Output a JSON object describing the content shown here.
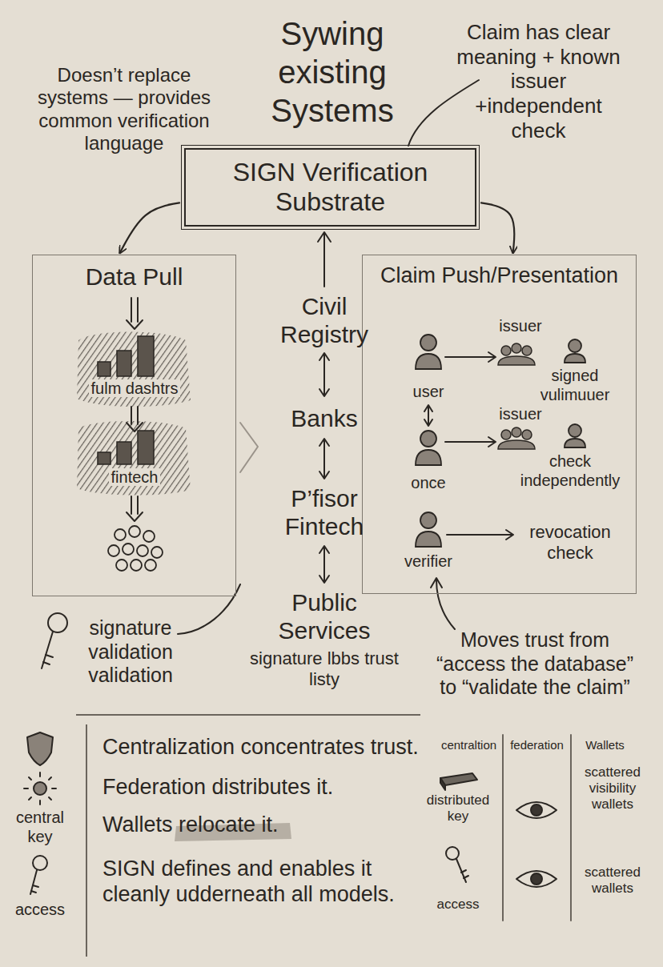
{
  "diagram": {
    "title": "Sywing existing Systems",
    "nodes": [
      {
        "text": [
          "SIGN Verification Substrate"
        ]
      },
      {
        "text": [
          "Data Pull"
        ]
      },
      {
        "text": [
          "Claim Push/Presentation"
        ]
      }
    ],
    "edges": [
      {
        "from": 0,
        "to": 1,
        "arrow": "to"
      },
      {
        "from": 0,
        "to": 2,
        "arrow": "to"
      }
    ],
    "labels": [
      "Doesn’t replace systems — provides common verification language",
      "Claim has clear meaning + known issuer +independent check",
      "fulm dashtrs",
      "fintech",
      "Civil Registry",
      "Banks",
      "P’fisor Fintech",
      "Public Services",
      "signature lbbs trust listy",
      "issuer",
      "user",
      "signed vulimuuer",
      "issuer",
      "once",
      "check independently",
      "verifier",
      "revocation check",
      "signature validation validation",
      "Moves trust from “access the database” to “validate the claim”",
      "central key",
      "access",
      "Centralization concentrates trust.",
      "Federation distributes it.",
      "Wallets relocate it.",
      "SIGN defines and enables it cleanly udderneath all models.",
      "centraltion",
      "federation",
      "Wallets",
      "distributed key",
      "access",
      "scattered visibility wallets",
      "scattered wallets"
    ]
  }
}
